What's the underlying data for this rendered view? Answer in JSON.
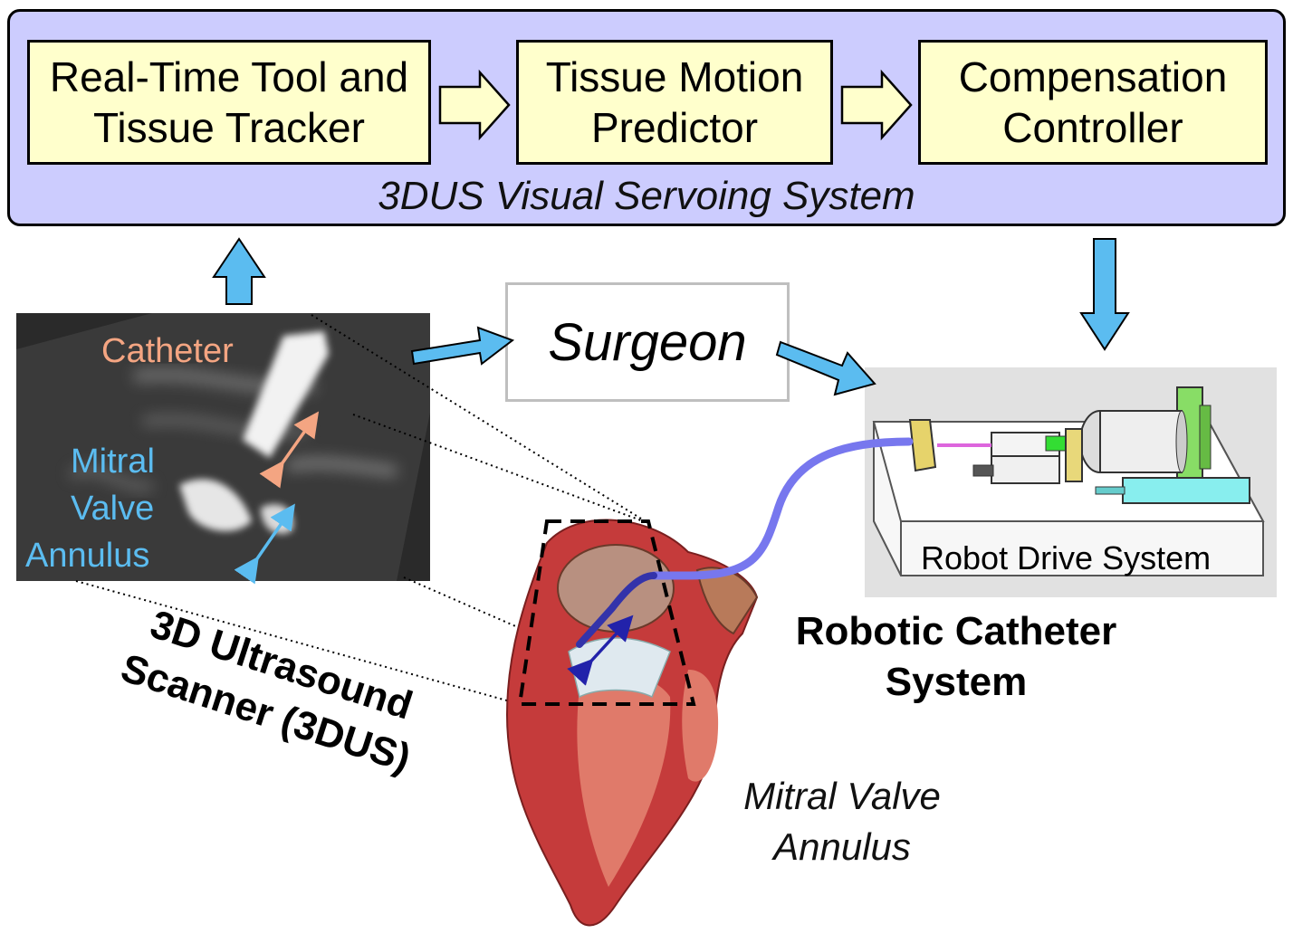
{
  "servo_system": {
    "caption": "3DUS Visual Servoing System",
    "modules": [
      {
        "line1": "Real-Time Tool and",
        "line2": "Tissue Tracker"
      },
      {
        "line1": "Tissue Motion",
        "line2": "Predictor"
      },
      {
        "line1": "Compensation",
        "line2": "Controller"
      }
    ]
  },
  "ultrasound": {
    "catheter_label": "Catheter",
    "annulus_line1": "Mitral",
    "annulus_line2": "Valve",
    "annulus_line3": "Annulus"
  },
  "scanner_label": {
    "line1": "3D Ultrasound",
    "line2": "Scanner (3DUS)"
  },
  "surgeon_label": "Surgeon",
  "robot": {
    "drive_label": "Robot Drive System"
  },
  "robotic_catheter_label": {
    "line1": "Robotic Catheter",
    "line2": "System"
  },
  "heart_label": {
    "line1": "Mitral Valve",
    "line2": "Annulus"
  },
  "colors": {
    "servo_bg": "#ccccfe",
    "module_bg": "#ffffcc",
    "blue_arrow": "#5bbcf0",
    "catheter_orange": "#f4a582",
    "annulus_blue": "#5bbcf0",
    "catheter_tube": "#7777ee"
  }
}
